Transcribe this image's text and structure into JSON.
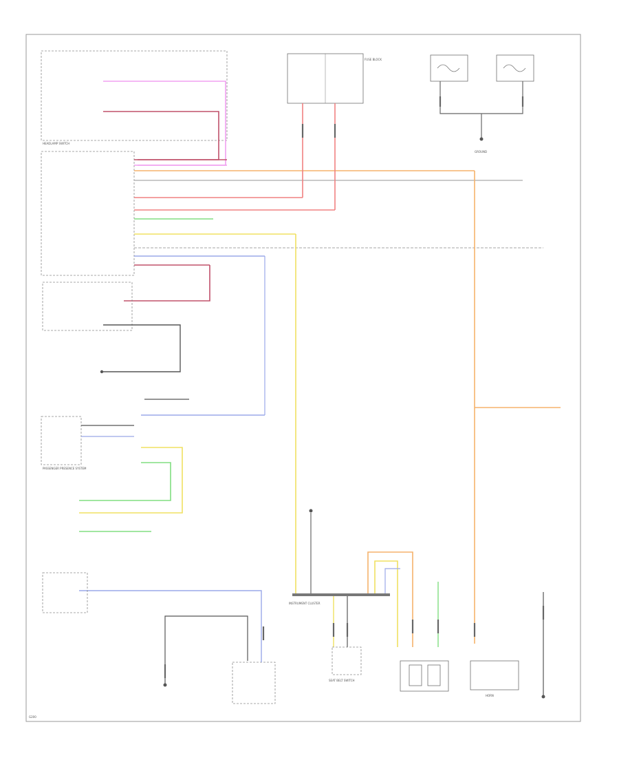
{
  "diagram": {
    "colors": {
      "red": "#f08080",
      "dark_red": "#c0506a",
      "pink": "#f0a0f0",
      "orange": "#f5b26b",
      "yellow": "#f0e060",
      "green": "#80dd80",
      "blue": "#9aa8e8",
      "gray": "#b8b8b8",
      "black": "#555555"
    },
    "labels": {
      "left_switch_harness": "HEADLAMP SWITCH",
      "fuse_block": "FUSE BLOCK",
      "instrument_cluster": "INSTRUMENT CLUSTER",
      "ground_g1": "GROUND",
      "passenger_presence": "PASSENGER PRESENCE SYSTEM",
      "rear_seat_switch": "SEAT BELT SWITCH",
      "horn_module": "HORN",
      "bottom_left_note": "G200"
    }
  }
}
